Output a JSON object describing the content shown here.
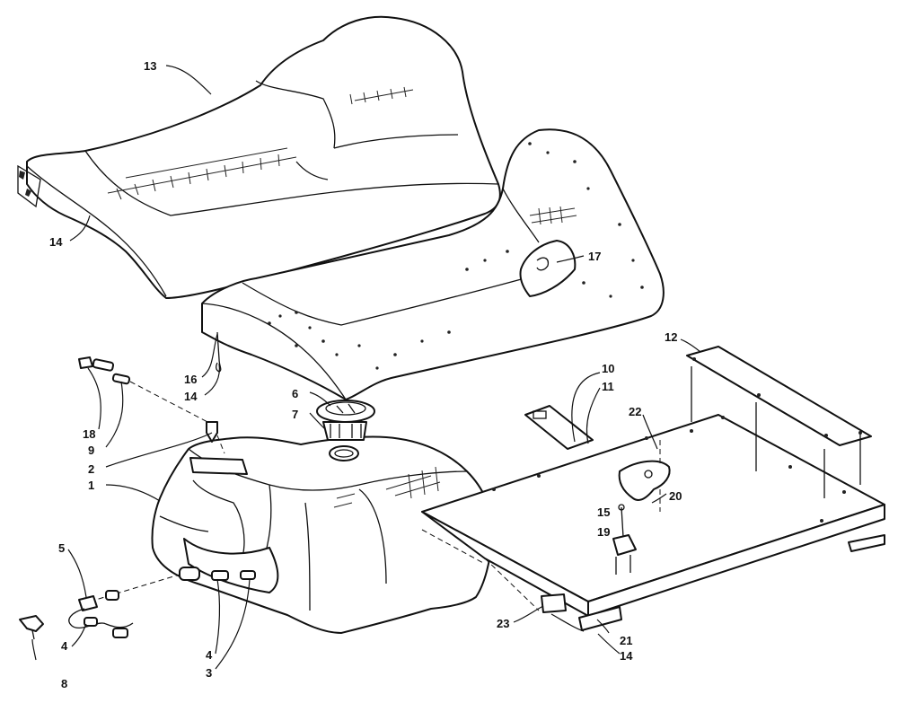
{
  "callouts": [
    {
      "id": "c13a",
      "text": "13"
    },
    {
      "id": "c14a",
      "text": "14"
    },
    {
      "id": "c17",
      "text": "17"
    },
    {
      "id": "c16",
      "text": "16"
    },
    {
      "id": "c14b",
      "text": "14"
    },
    {
      "id": "c18",
      "text": "18"
    },
    {
      "id": "c9",
      "text": "9"
    },
    {
      "id": "c2",
      "text": "2"
    },
    {
      "id": "c1",
      "text": "1"
    },
    {
      "id": "c6",
      "text": "6"
    },
    {
      "id": "c7",
      "text": "7"
    },
    {
      "id": "c5",
      "text": "5"
    },
    {
      "id": "c4a",
      "text": "4"
    },
    {
      "id": "c8",
      "text": "8"
    },
    {
      "id": "c4b",
      "text": "4"
    },
    {
      "id": "c3",
      "text": "3"
    },
    {
      "id": "c10",
      "text": "10"
    },
    {
      "id": "c11",
      "text": "11"
    },
    {
      "id": "c22",
      "text": "22"
    },
    {
      "id": "c12",
      "text": "12"
    },
    {
      "id": "c20",
      "text": "20"
    },
    {
      "id": "c15",
      "text": "15"
    },
    {
      "id": "c19",
      "text": "19"
    },
    {
      "id": "c23",
      "text": "23"
    },
    {
      "id": "c21",
      "text": "21"
    },
    {
      "id": "c14c",
      "text": "14"
    }
  ]
}
